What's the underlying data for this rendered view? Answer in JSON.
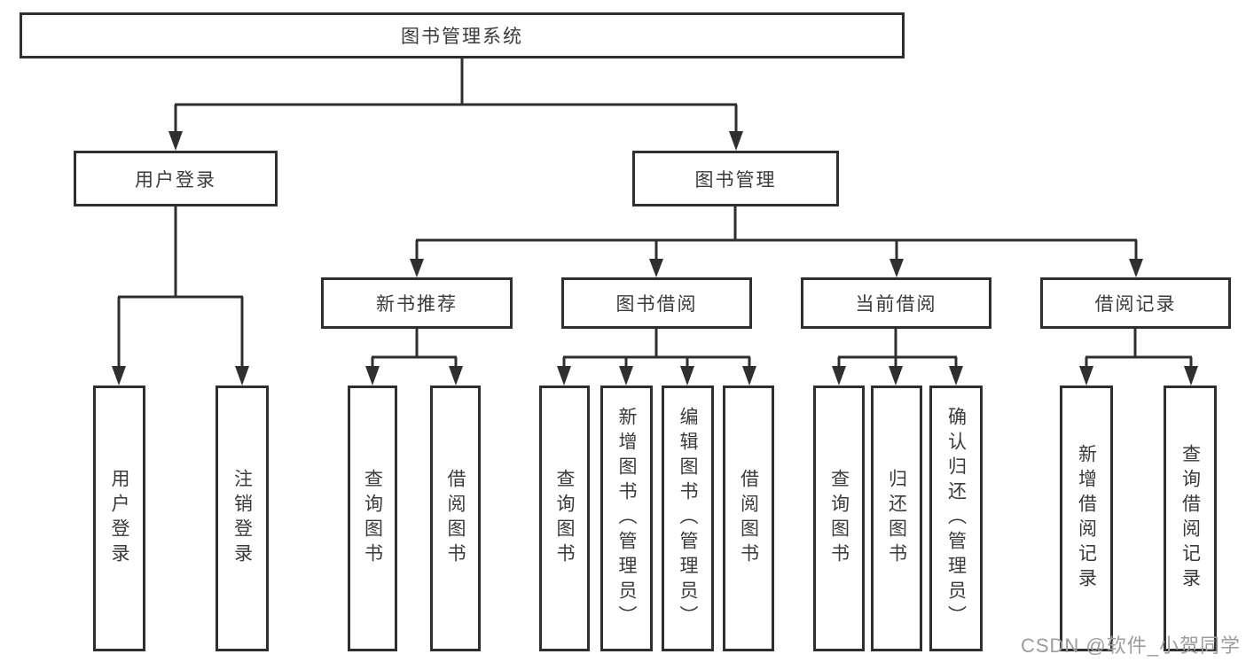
{
  "diagram": {
    "root": {
      "label": "图书管理系统"
    },
    "branches": [
      {
        "label": "用户登录",
        "children": [
          {
            "label": "用户登录"
          },
          {
            "label": "注销登录"
          }
        ]
      },
      {
        "label": "图书管理",
        "children": [
          {
            "label": "新书推荐",
            "children": [
              {
                "label": "查询图书"
              },
              {
                "label": "借阅图书"
              }
            ]
          },
          {
            "label": "图书借阅",
            "children": [
              {
                "label": "查询图书"
              },
              {
                "label": "新增图书（管理员）"
              },
              {
                "label": "编辑图书（管理员）"
              },
              {
                "label": "借阅图书"
              }
            ]
          },
          {
            "label": "当前借阅",
            "children": [
              {
                "label": "查询图书"
              },
              {
                "label": "归还图书"
              },
              {
                "label": "确认归还（管理员）"
              }
            ]
          },
          {
            "label": "借阅记录",
            "children": [
              {
                "label": "新增借阅记录"
              },
              {
                "label": "查询借阅记录"
              }
            ]
          }
        ]
      }
    ]
  },
  "watermark": {
    "text": "CSDN @软件_小贺同学",
    "color": "#9c9c9c"
  },
  "colors": {
    "line": "#2f2f2f",
    "text": "#3a3a3a",
    "background": "#ffffff"
  }
}
